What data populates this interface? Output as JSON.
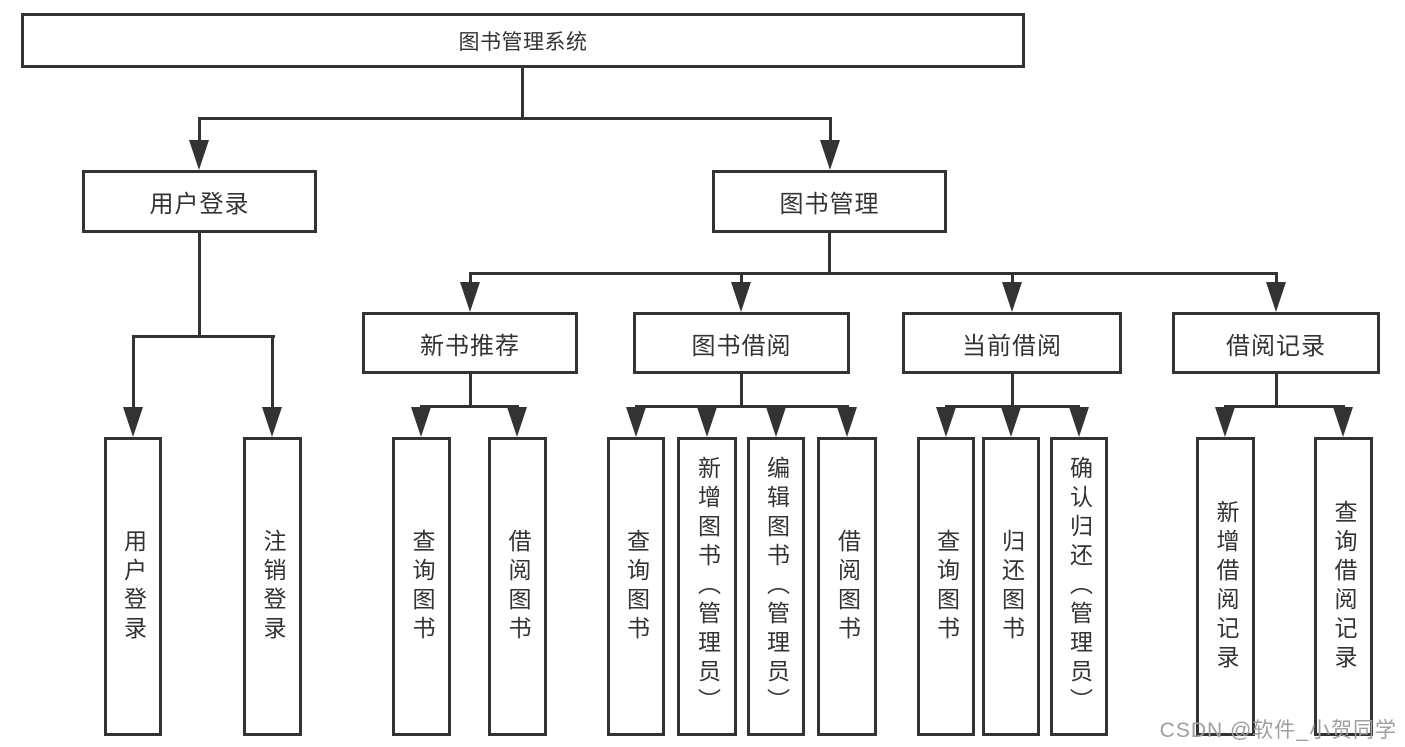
{
  "tree": {
    "label": "图书管理系统",
    "children": [
      {
        "label": "用户登录",
        "children": [
          {
            "label": "用户登录"
          },
          {
            "label": "注销登录"
          }
        ]
      },
      {
        "label": "图书管理",
        "children": [
          {
            "label": "新书推荐",
            "children": [
              {
                "label": "查询图书"
              },
              {
                "label": "借阅图书"
              }
            ]
          },
          {
            "label": "图书借阅",
            "children": [
              {
                "label": "查询图书"
              },
              {
                "label": "新增图书（管理员）"
              },
              {
                "label": "编辑图书（管理员）"
              },
              {
                "label": "借阅图书"
              }
            ]
          },
          {
            "label": "当前借阅",
            "children": [
              {
                "label": "查询图书"
              },
              {
                "label": "归还图书"
              },
              {
                "label": "确认归还（管理员）"
              }
            ]
          },
          {
            "label": "借阅记录",
            "children": [
              {
                "label": "新增借阅记录"
              },
              {
                "label": "查询借阅记录"
              }
            ]
          }
        ]
      }
    ]
  },
  "watermark": {
    "text": "CSDN @软件_小贺同学"
  },
  "colors": {
    "line": "#333333",
    "text": "#333333",
    "watermark": "#9f9f9f",
    "background": "#ffffff"
  }
}
